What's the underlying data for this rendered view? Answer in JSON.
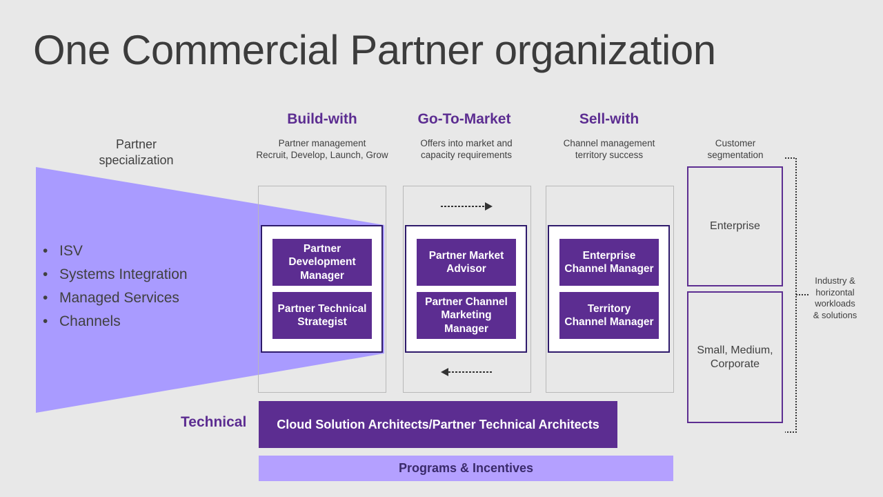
{
  "title": "One Commercial Partner organization",
  "specialization": {
    "label_line1": "Partner",
    "label_line2": "specialization",
    "items": [
      "ISV",
      "Systems Integration",
      "Managed Services",
      "Channels"
    ]
  },
  "columns": [
    {
      "heading": "Build-with",
      "sub_line1": "Partner management",
      "sub_line2": "Recruit, Develop, Launch, Grow",
      "roles": [
        [
          "Partner",
          "Development",
          "Manager"
        ],
        [
          "Partner Technical",
          "Strategist"
        ]
      ]
    },
    {
      "heading": "Go-To-Market",
      "sub_line1": "Offers into market and",
      "sub_line2": "capacity requirements",
      "roles": [
        [
          "Partner Market",
          "Advisor"
        ],
        [
          "Partner Channel",
          "Marketing",
          "Manager"
        ]
      ]
    },
    {
      "heading": "Sell-with",
      "sub_line1": "Channel management",
      "sub_line2": "territory success",
      "roles": [
        [
          "Enterprise",
          "Channel Manager"
        ],
        [
          "Territory",
          "Channel Manager"
        ]
      ]
    }
  ],
  "segmentation": {
    "heading_line1": "Customer",
    "heading_line2": "segmentation",
    "segments": [
      [
        "Enterprise"
      ],
      [
        "Small, Medium,",
        "Corporate"
      ]
    ],
    "side_note": [
      "Industry &",
      "horizontal",
      "workloads",
      "& solutions"
    ]
  },
  "technical_label": "Technical",
  "technical_bar": "Cloud Solution Architects/Partner Technical Architects",
  "programs_bar": "Programs & Incentives",
  "colors": {
    "accent": "#5c2d91",
    "wedge": "#a99bff",
    "programs": "#b4a0ff",
    "background": "#e8e8e8"
  }
}
